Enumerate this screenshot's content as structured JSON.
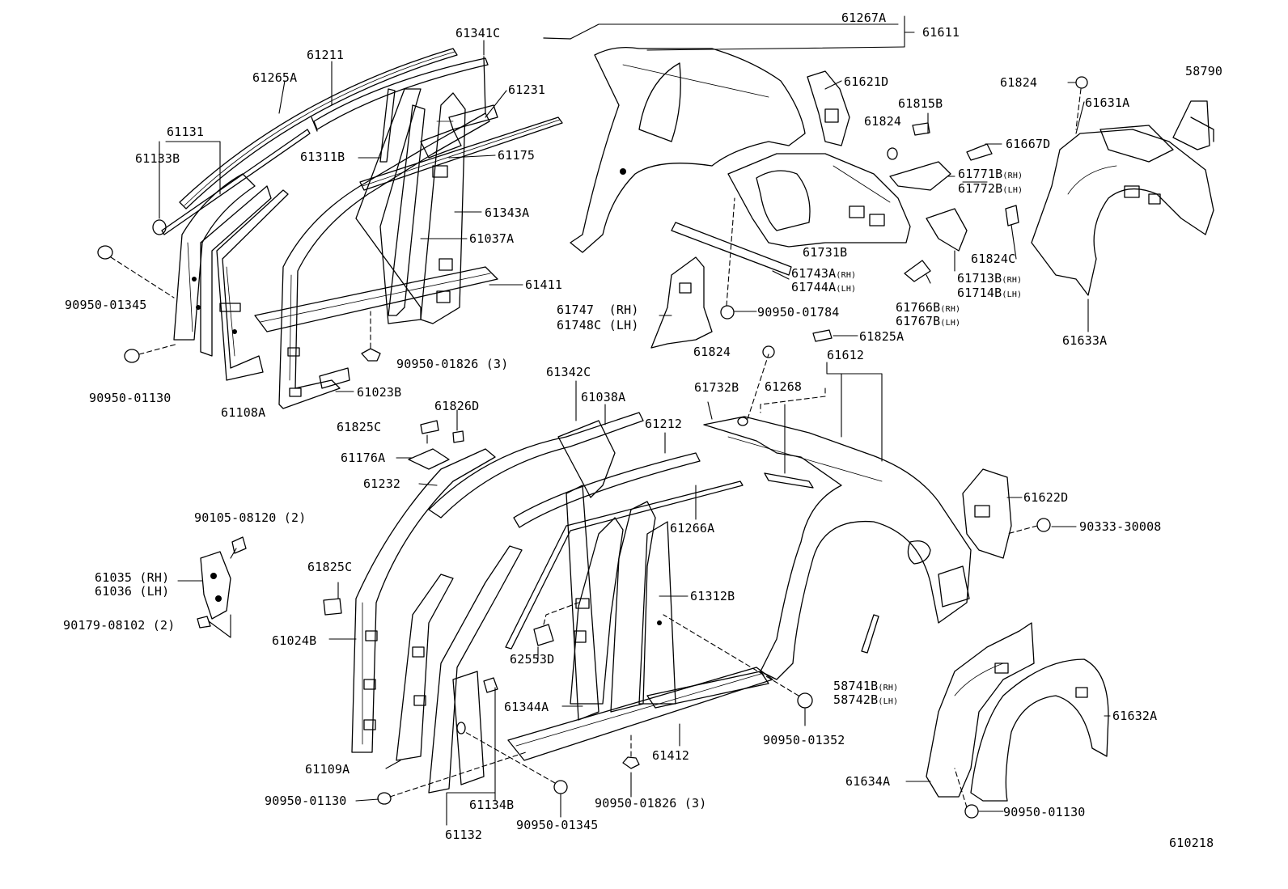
{
  "diagram_id": "610218",
  "labels": {
    "p61267A": "61267A",
    "p61611": "61611",
    "p61341C": "61341C",
    "p61211": "61211",
    "p61265A": "61265A",
    "p61231": "61231",
    "p61131": "61131",
    "p61133B": "61133B",
    "p61311B": "61311B",
    "p61175": "61175",
    "p61343A": "61343A",
    "p61037A": "61037A",
    "p61411": "61411",
    "p90950_01345_a": "90950-01345",
    "p90950_01826_a": "90950-01826 (3)",
    "p90950_01130_a": "90950-01130",
    "p61108A": "61108A",
    "p61023B": "61023B",
    "p61621D": "61621D",
    "p61815B": "61815B",
    "p61824_a": "61824",
    "p61824_b": "61824",
    "p61824_c": "61824",
    "p61667D": "61667D",
    "p61771B": "61771B",
    "p61771B_rh": "(RH)",
    "p61772B": "61772B",
    "p61772B_lh": "(LH)",
    "p58790": "58790",
    "p61631A": "61631A",
    "p61731B": "61731B",
    "p61743A": "61743A",
    "p61743A_rh": "(RH)",
    "p61744A": "61744A",
    "p61744A_lh": "(LH)",
    "p61713B": "61713B",
    "p61713B_rh": "(RH)",
    "p61714B": "61714B",
    "p61714B_lh": "(LH)",
    "p61766B": "61766B",
    "p61766B_rh": "(RH)",
    "p61767B": "61767B",
    "p61767B_lh": "(LH)",
    "p61824C": "61824C",
    "p61633A": "61633A",
    "p61747": "61747",
    "p61747_rh": "(RH)",
    "p61748C": "61748C",
    "p61748C_lh": "(LH)",
    "p90950_01784": "90950-01784",
    "p61825A": "61825A",
    "p61612": "61612",
    "p61732B": "61732B",
    "p61268": "61268",
    "p61342C": "61342C",
    "p61038A": "61038A",
    "p61212": "61212",
    "p61826D": "61826D",
    "p61825C_a": "61825C",
    "p61176A": "61176A",
    "p61232": "61232",
    "p61622D": "61622D",
    "p90333_30008": "90333-30008",
    "p90105_08120": "90105-08120 (2)",
    "p61035": "61035 (RH)",
    "p61036": "61036 (LH)",
    "p90179_08102": "90179-08102 (2)",
    "p61266A": "61266A",
    "p61825C_b": "61825C",
    "p61312B": "61312B",
    "p61024B": "61024B",
    "p62553D": "62553D",
    "p61344A": "61344A",
    "p58741B": "58741B",
    "p58741B_rh": "(RH)",
    "p58742B": "58742B",
    "p58742B_lh": "(LH)",
    "p90950_01352": "90950-01352",
    "p61632A": "61632A",
    "p61109A": "61109A",
    "p61412": "61412",
    "p61634A": "61634A",
    "p90950_01130_b": "90950-01130",
    "p61134B": "61134B",
    "p90950_01826_b": "90950-01826 (3)",
    "p90950_01130_c": "90950-01130",
    "p90950_01345_b": "90950-01345",
    "p61132": "61132"
  }
}
